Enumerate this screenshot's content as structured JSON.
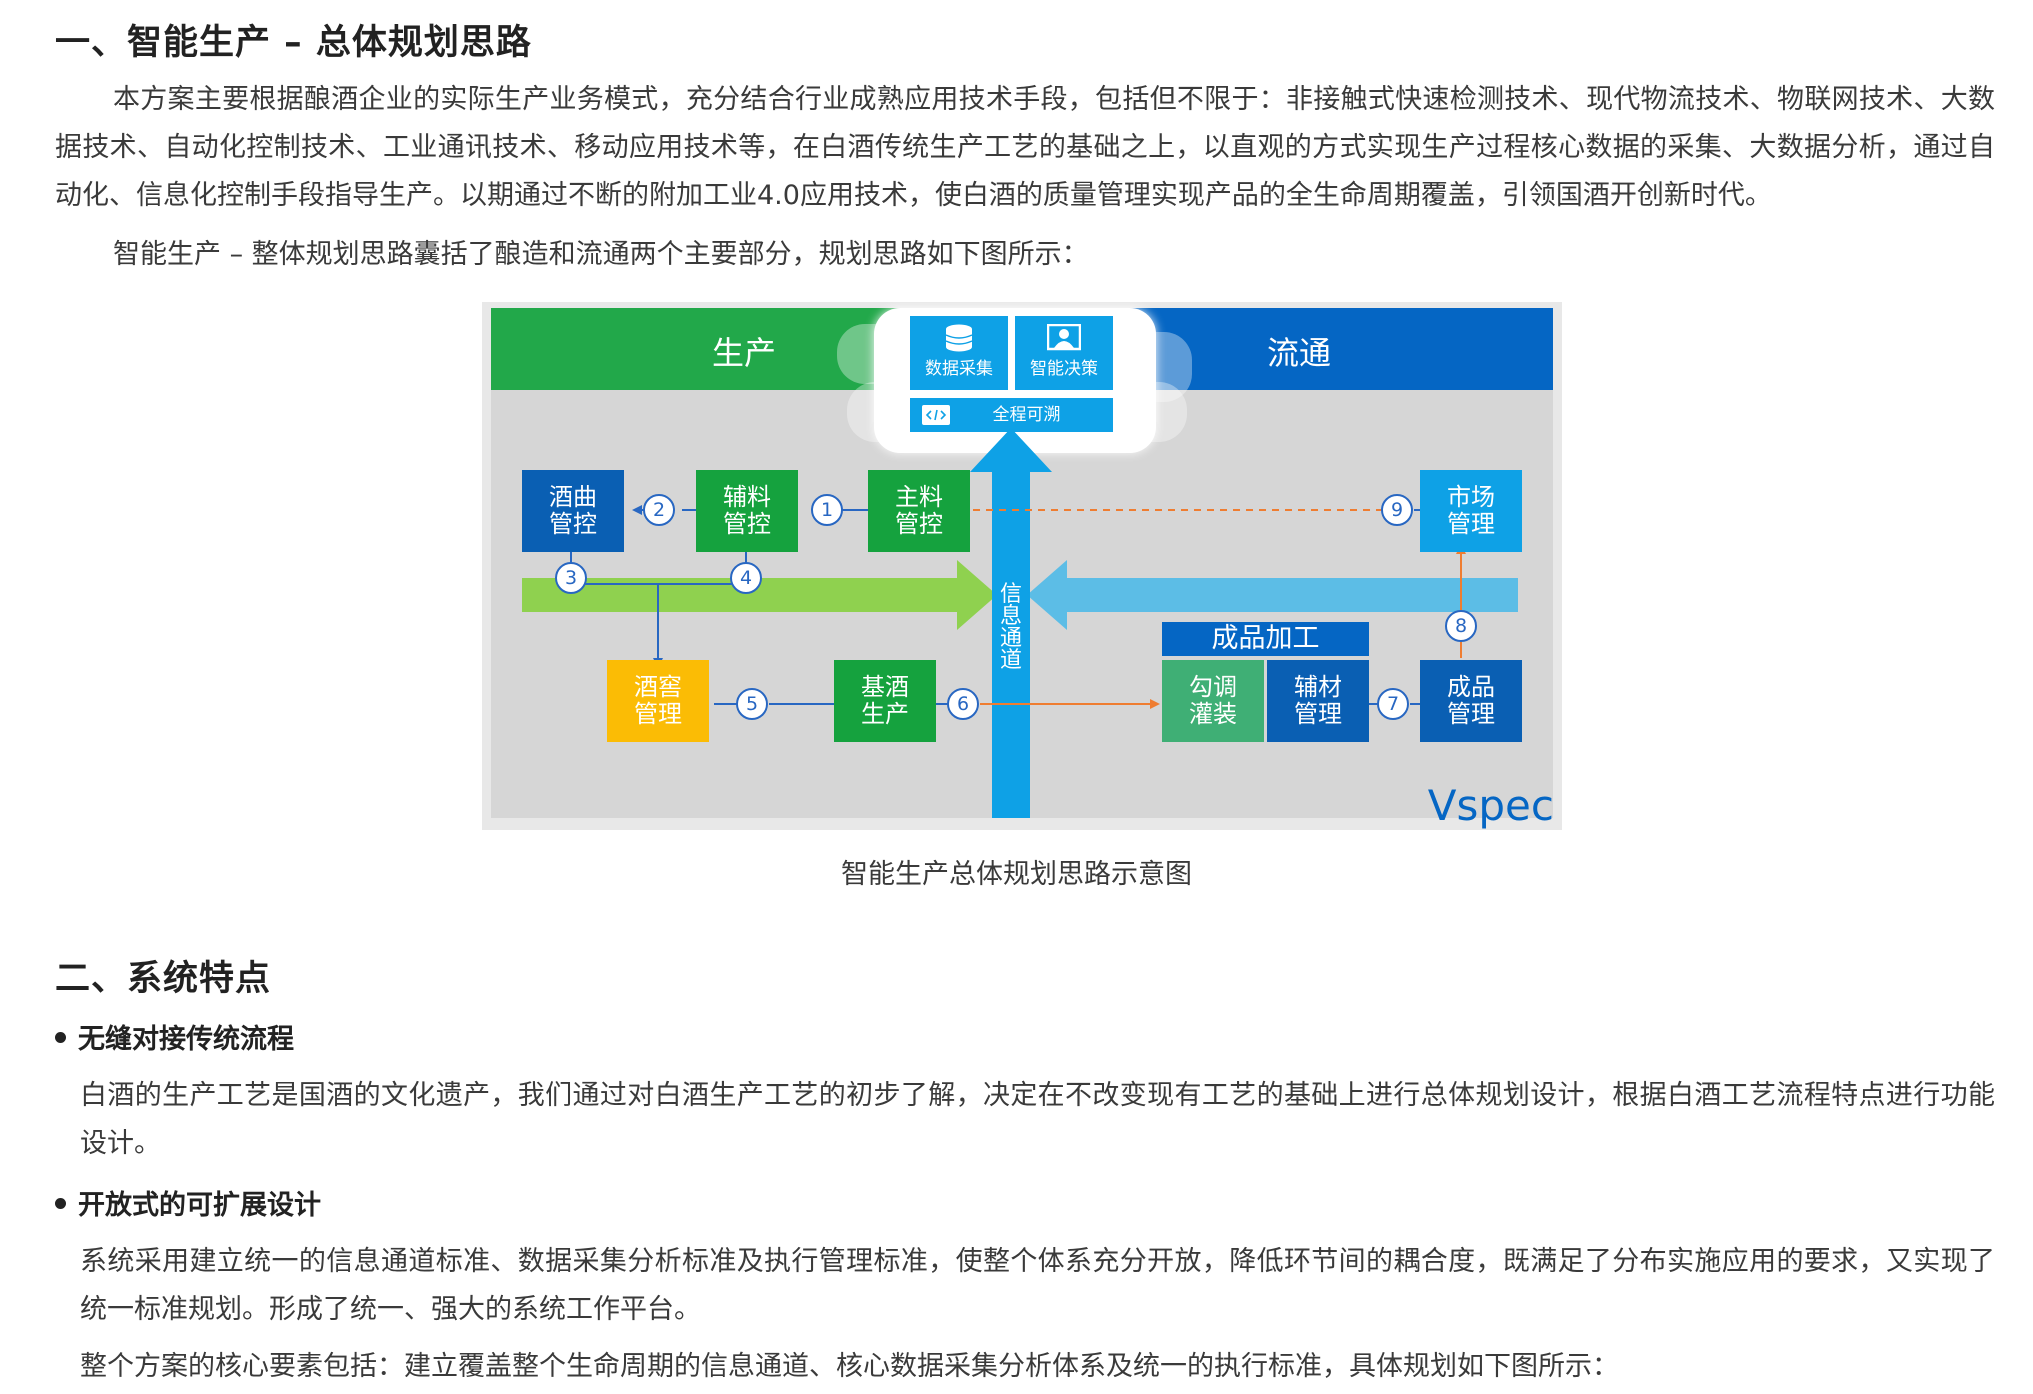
{
  "section1": {
    "heading": "一、智能生产 – 总体规划思路",
    "para1": "本方案主要根据酿酒企业的实际生产业务模式，充分结合行业成熟应用技术手段，包括但不限于：非接触式快速检测技术、现代物流技术、物联网技术、大数据技术、自动化控制技术、工业通讯技术、移动应用技术等，在白酒传统生产工艺的基础之上，以直观的方式实现生产过程核心数据的采集、大数据分析，通过自动化、信息化控制手段指导生产。以期通过不断的附加工业4.0应用技术，使白酒的质量管理实现产品的全生命周期覆盖，引领国酒开创新时代。",
    "para2": "智能生产 – 整体规划思路囊括了酿造和流通两个主要部分，规划思路如下图所示：",
    "caption": "智能生产总体规划思路示意图"
  },
  "diagram": {
    "production_title": "生产",
    "circulation_title": "流通",
    "tile_data_collect": "数据采集",
    "tile_smart_decision": "智能决策",
    "tile_traceability": "全程可溯",
    "info_channel": [
      "信",
      "息",
      "通",
      "道"
    ],
    "boxes": {
      "jiuqu": [
        "酒曲",
        "管控"
      ],
      "fuliao": [
        "辅料",
        "管控"
      ],
      "zhuliao": [
        "主料",
        "管控"
      ],
      "shichang": [
        "市场",
        "管理"
      ],
      "jiujiao": [
        "酒窖",
        "管理"
      ],
      "jijiu": [
        "基酒",
        "生产"
      ],
      "goutiao": [
        "勾调",
        "灌装"
      ],
      "fucai": [
        "辅材",
        "管理"
      ],
      "chengpin": [
        "成品",
        "管理"
      ]
    },
    "finished_processing": "成品加工",
    "steps": [
      "1",
      "2",
      "3",
      "4",
      "5",
      "6",
      "7",
      "8",
      "9"
    ],
    "brand": "Vspec",
    "colors": {
      "green": "#22a84a",
      "dark_blue": "#0566c4",
      "light_blue": "#0ea1e6",
      "yellow": "#fbbc05",
      "arrow_green": "#8fd14f",
      "arrow_blue": "#5cbde6",
      "orange": "#ef7d31"
    }
  },
  "section2": {
    "heading": "二、系统特点",
    "bullet1_title": "无缝对接传统流程",
    "bullet1_text": "白酒的生产工艺是国酒的文化遗产，我们通过对白酒生产工艺的初步了解，决定在不改变现有工艺的基础上进行总体规划设计，根据白酒工艺流程特点进行功能设计。",
    "bullet2_title": "开放式的可扩展设计",
    "bullet2_text": "系统采用建立统一的信息通道标准、数据采集分析标准及执行管理标准，使整个体系充分开放，降低环节间的耦合度，既满足了分布实施应用的要求，又实现了统一标准规划。形成了统一、强大的系统工作平台。",
    "closing": "整个方案的核心要素包括：建立覆盖整个生命周期的信息通道、核心数据采集分析体系及统一的执行标准，具体规划如下图所示："
  }
}
